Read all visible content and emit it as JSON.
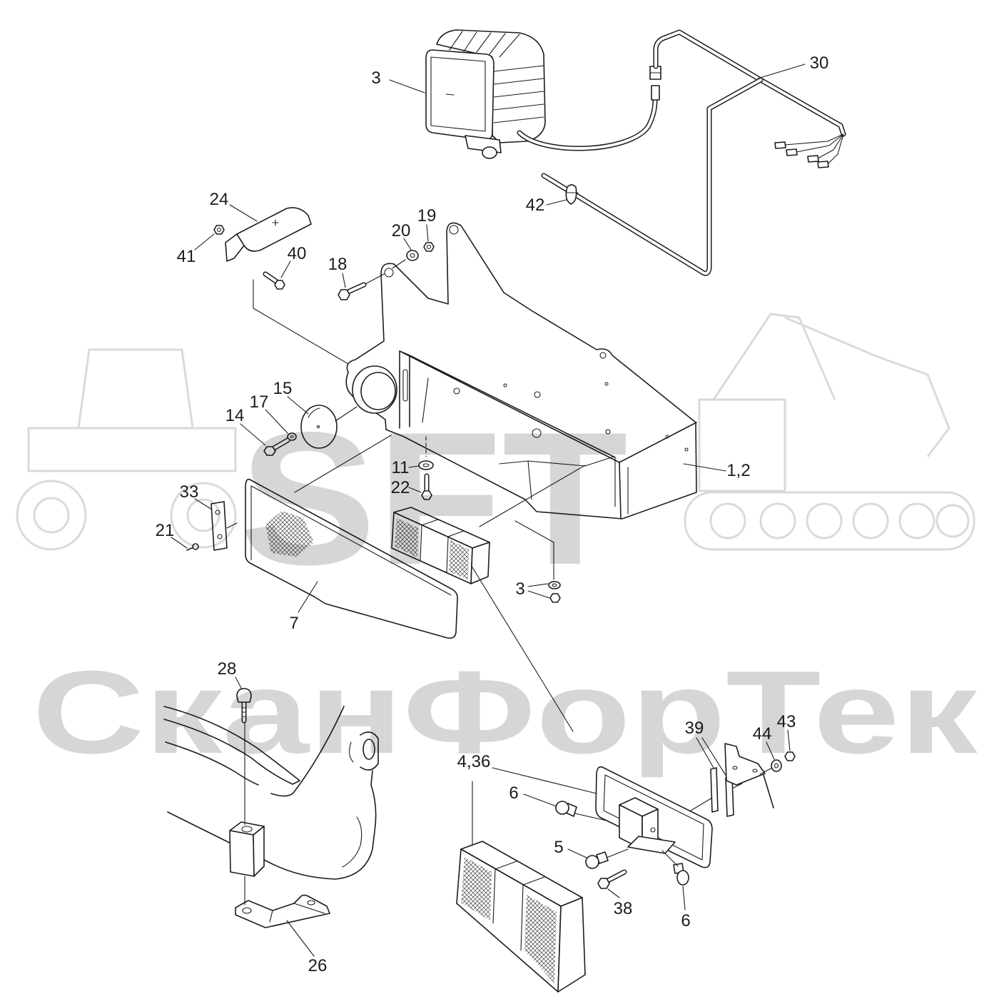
{
  "diagram": {
    "callouts": [
      "3",
      "30",
      "24",
      "20",
      "19",
      "41",
      "40",
      "18",
      "42",
      "15",
      "17",
      "14",
      "11",
      "22",
      "1,2",
      "33",
      "21",
      "3",
      "7",
      "28",
      "39",
      "44",
      "43",
      "4,36",
      "6",
      "5",
      "38",
      "6",
      "26"
    ]
  },
  "watermark": {
    "logo": "SFT",
    "text": "СканФорТек"
  },
  "colors": {
    "line": "#1c1c1c",
    "watermark": "#d6d6d6",
    "background": "#ffffff"
  }
}
